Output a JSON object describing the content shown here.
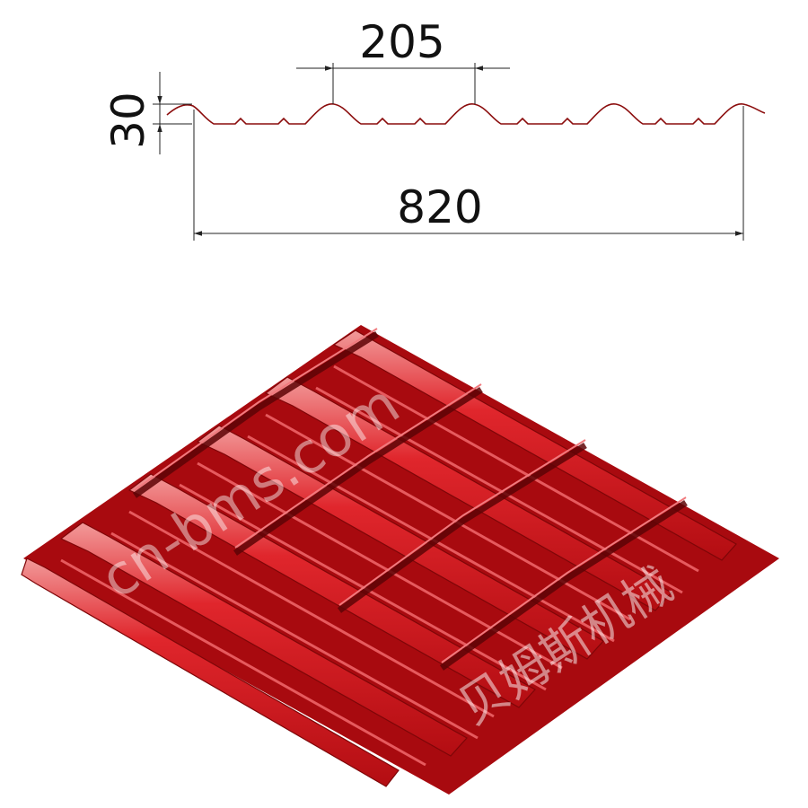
{
  "drawing": {
    "dimensions": {
      "pitch": "205",
      "height": "30",
      "cover_width": "820"
    }
  },
  "watermark": {
    "domain_text": "cn-bms.com",
    "company_text": "贝姆斯机械"
  },
  "colors": {
    "tile_red": "#d4141b",
    "tile_dark": "#7e0608",
    "tile_highlight": "#f08a8a",
    "profile_line": "#8b0d0d",
    "dimension_line": "#222222"
  }
}
